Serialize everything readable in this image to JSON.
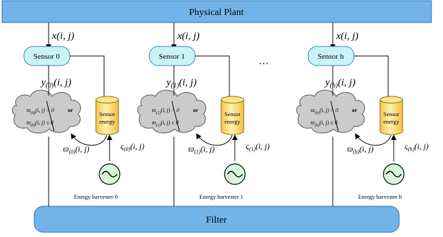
{
  "plant": {
    "label": "Physical Plant"
  },
  "filter": {
    "label": "Filter"
  },
  "ellipsis": "…",
  "colors": {
    "bus_fill": "#72b4ea",
    "sensor_fill": "#c8f4f8",
    "cloud_fill": "#cbcbcb",
    "energy_fill": "#fde48a",
    "harvester_fill": "#d8f6da"
  },
  "icons": {
    "harvester": "sine-wave-icon",
    "energy_store": "cylinder-icon",
    "condition": "cloud-icon"
  },
  "branches": [
    {
      "sensor": "Sensor 0",
      "state": "x(i, j)",
      "measurement": "y(0)(i, j)",
      "cond_pos": "ϖ(0)(i, j) > 0",
      "cond_neg": "ϖ(0)(i, j) ≤ 0",
      "or": "or",
      "energy_label_1": "Sensor",
      "energy_label_2": "energy",
      "varpi": "ϖ(0)(i, j)",
      "varsigma": "ς(0)(i, j)",
      "harvester": "Energy harvester 0"
    },
    {
      "sensor": "Sensor 1",
      "state": "x(i, j)",
      "measurement": "y(1)(i, j)",
      "cond_pos": "ϖ(1)(i, j) > 0",
      "cond_neg": "ϖ(1)(i, j) ≤ 0",
      "or": "or",
      "energy_label_1": "Sensor",
      "energy_label_2": "energy",
      "varpi": "ϖ(1)(i, j)",
      "varsigma": "ς(1)(i, j)",
      "harvester": "Energy harvester 1"
    },
    {
      "sensor": "Sensor h",
      "state": "x(i, j)",
      "measurement": "y(h)(i, j)",
      "cond_pos": "ϖ(h)(i, j) > 0",
      "cond_neg": "ϖ(h)(i, j) ≤ 0",
      "or": "or",
      "energy_label_1": "Sensor",
      "energy_label_2": "energy",
      "varpi": "ϖ(h)(i, j)",
      "varsigma": "ς(h)(i, j)",
      "harvester": "Energy harvester h"
    }
  ]
}
